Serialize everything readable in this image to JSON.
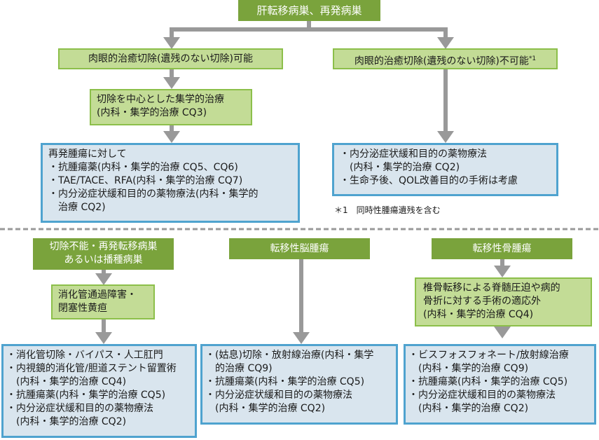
{
  "colors": {
    "header_green": "#7aa33c",
    "light_green": "#c3dc96",
    "light_green_border": "#8cbf4a",
    "blue_fill": "#d9e5ee",
    "blue_border": "#4fa3cf",
    "arrow_gray": "#999999"
  },
  "top": {
    "root": "肝転移病巣、再発病巣",
    "left_branch": "肉眼的治癒切除(遺残のない切除)可能",
    "right_branch": "肉眼的治癒切除(遺残のない切除)不可能",
    "right_branch_note_mark": "*1",
    "left_step": [
      "切除を中心とした集学的治療",
      "(内科・集学的治療 CQ3)"
    ],
    "left_result": [
      "再発腫瘍に対して",
      "・抗腫瘍薬(内科・集学的治療 CQ5、CQ6)",
      "・TAE/TACE、RFA(内科・集学的治療 CQ7)",
      "・内分泌症状緩和目的の薬物療法(内科・集学的",
      "　治療 CQ2)"
    ],
    "right_result": [
      "・内分泌症状緩和目的の薬物療法",
      "　(内科・集学的治療 CQ2)",
      "・生命予後、QOL改善目的の手術は考慮"
    ],
    "footnote": "＊1　同時性腫瘍遺残を含む"
  },
  "bottom": {
    "col1": {
      "header": [
        "切除不能・再発転移病巣",
        "あるいは播種病巣"
      ],
      "step": [
        "消化管通過障害・",
        "閉塞性黄疸"
      ],
      "result": [
        "・消化管切除・バイパス・人工肛門",
        "・内視鏡的消化管/胆道ステント留置術",
        "　(内科・集学的治療 CQ4)",
        "・抗腫瘍薬(内科・集学的治療 CQ5)",
        "・内分泌症状緩和目的の薬物療法",
        "　(内科・集学的治療 CQ2)"
      ]
    },
    "col2": {
      "header": "転移性脳腫瘍",
      "result": [
        "・(姑息)切除・放射線治療(内科・集学",
        "　的治療 CQ9)",
        "・抗腫瘍薬(内科・集学的治療 CQ5)",
        "・内分泌症状緩和目的の薬物療法",
        "　(内科・集学的治療 CQ2)"
      ]
    },
    "col3": {
      "header": "転移性骨腫瘍",
      "step": [
        "椎骨転移による脊髄圧迫や病的",
        "骨折に対する手術の適応外",
        "(内科・集学的治療 CQ4)"
      ],
      "result": [
        "・ビスフォスフォネート/放射線治療",
        "　(内科・集学的治療 CQ9)",
        "・抗腫瘍薬(内科・集学的治療 CQ5)",
        "・内分泌症状緩和目的の薬物療法",
        "　(内科・集学的治療 CQ2)"
      ]
    }
  }
}
